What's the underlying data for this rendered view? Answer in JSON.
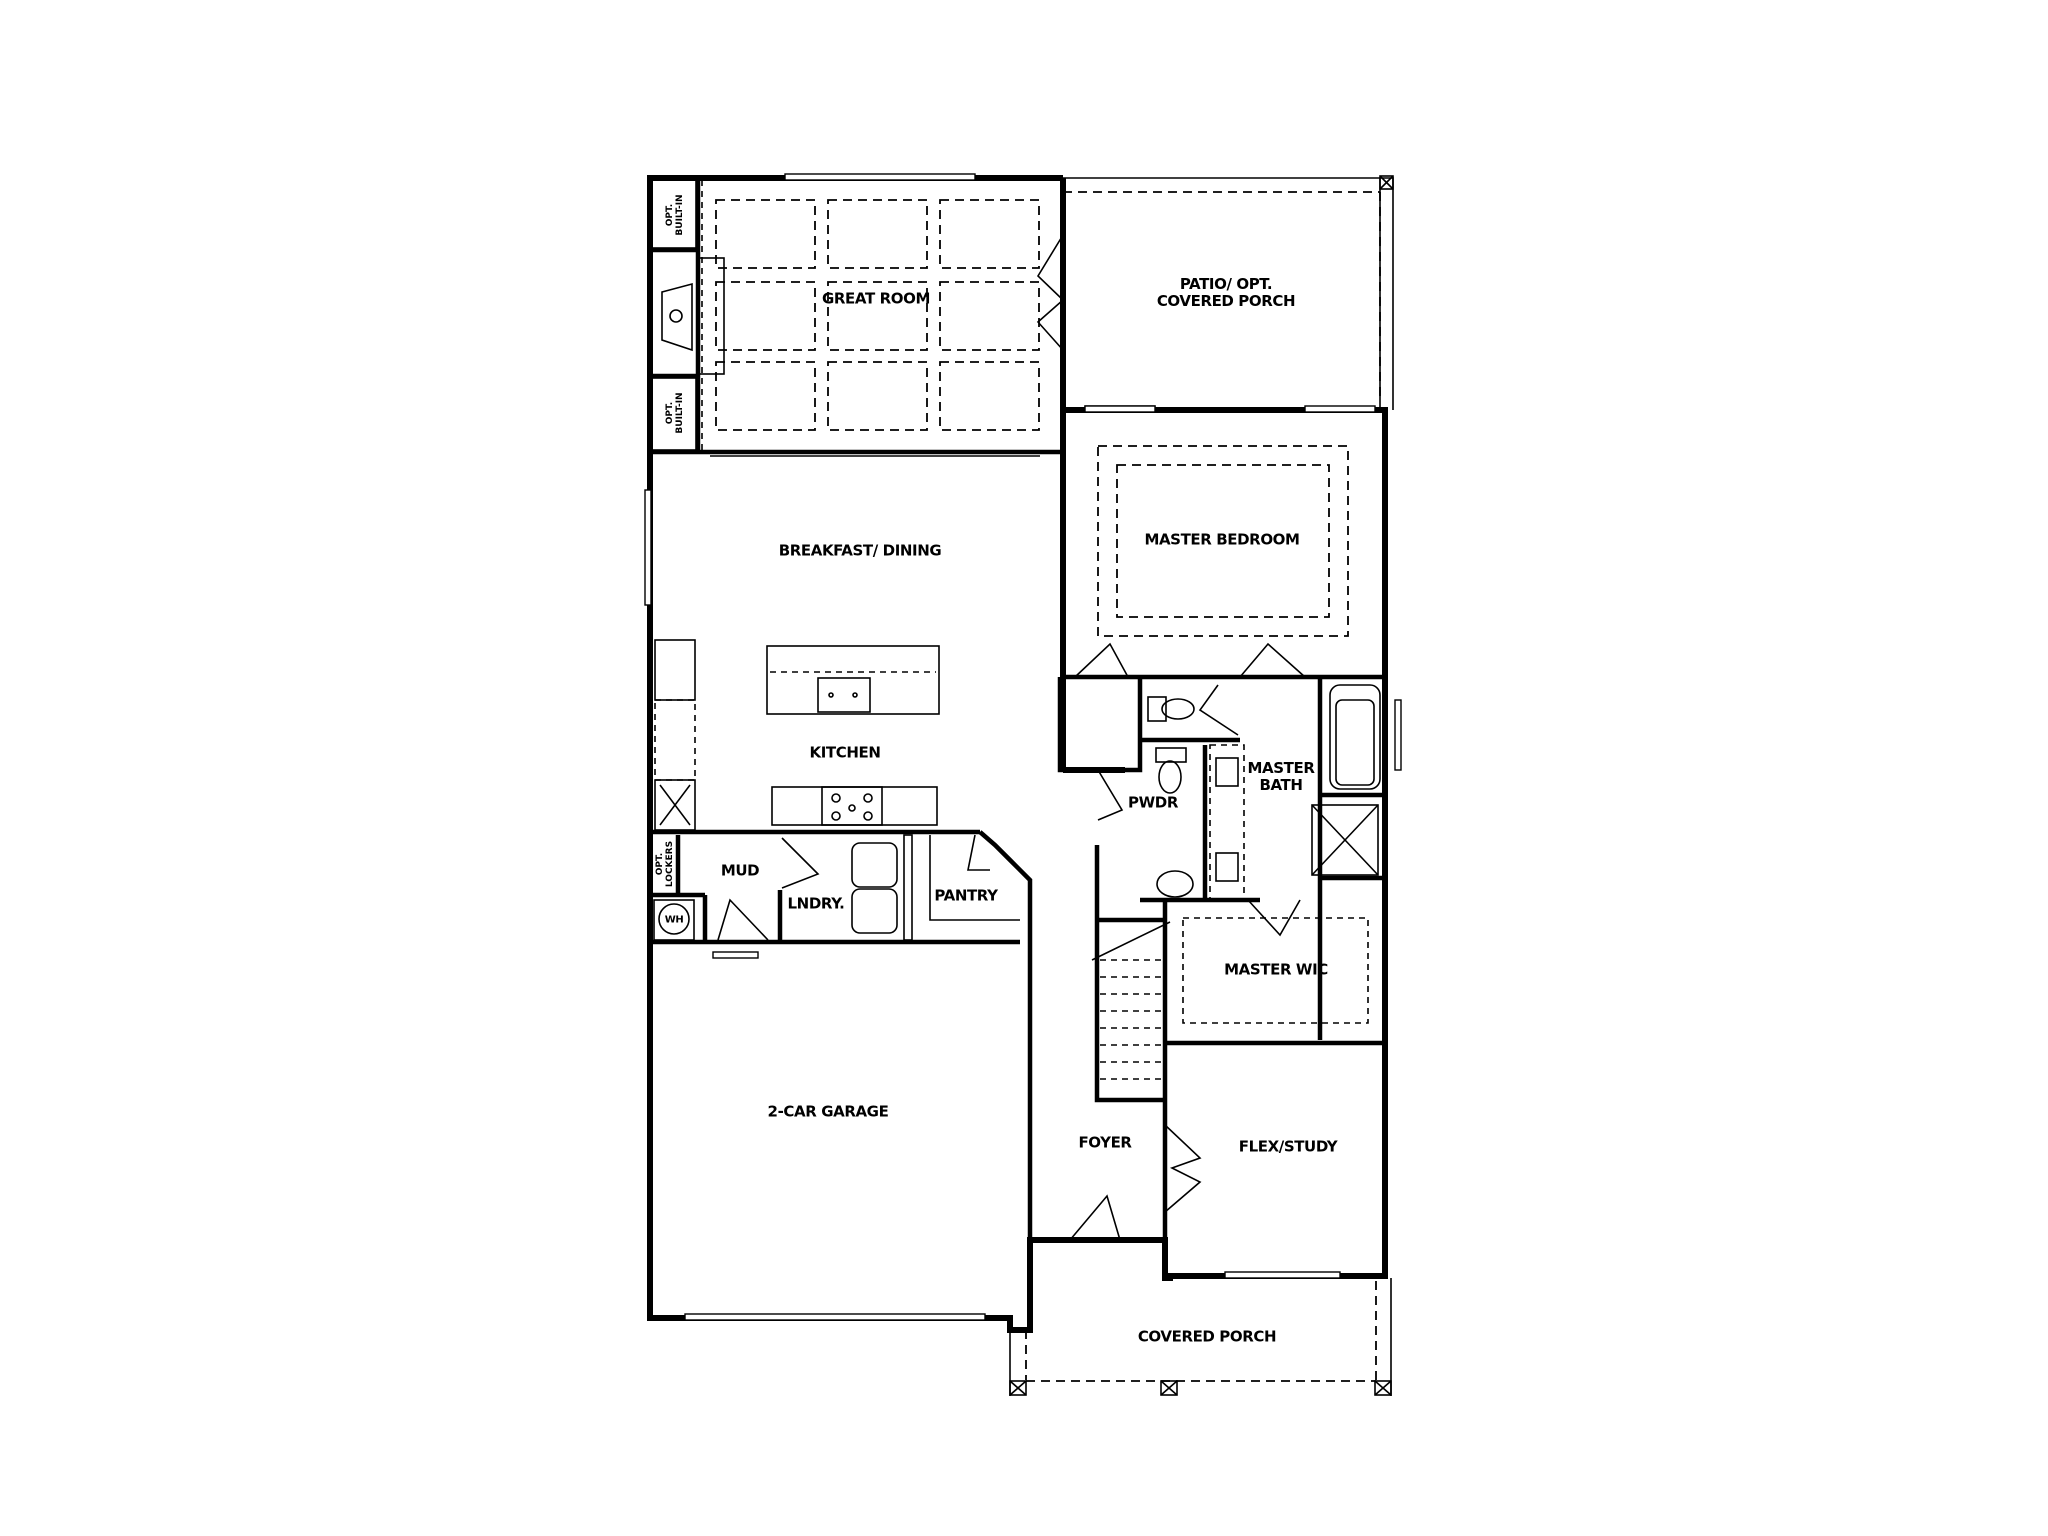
{
  "plan": {
    "type": "floor-plan",
    "rooms": {
      "great_room": "GREAT ROOM",
      "patio": "PATIO/ OPT.\nCOVERED PORCH",
      "patio_line1": "PATIO/ OPT.",
      "patio_line2": "COVERED PORCH",
      "master_bedroom": "MASTER BEDROOM",
      "breakfast_dining": "BREAKFAST/ DINING",
      "kitchen": "KITCHEN",
      "master_bath_line1": "MASTER",
      "master_bath_line2": "BATH",
      "pwdr": "PWDR",
      "mud": "MUD",
      "laundry": "LNDRY.",
      "pantry": "PANTRY",
      "master_wic": "MASTER WIC",
      "garage": "2-CAR GARAGE",
      "foyer": "FOYER",
      "flex_study": "FLEX/STUDY",
      "covered_porch": "COVERED PORCH"
    },
    "fixtures": {
      "opt_built_in_top_line1": "OPT.",
      "opt_built_in_top_line2": "BUILT-IN",
      "opt_built_in_bottom_line1": "OPT.",
      "opt_built_in_bottom_line2": "BUILT-IN",
      "opt_lockers_line1": "OPT.",
      "opt_lockers_line2": "LOCKERS",
      "water_heater": "WH"
    }
  }
}
